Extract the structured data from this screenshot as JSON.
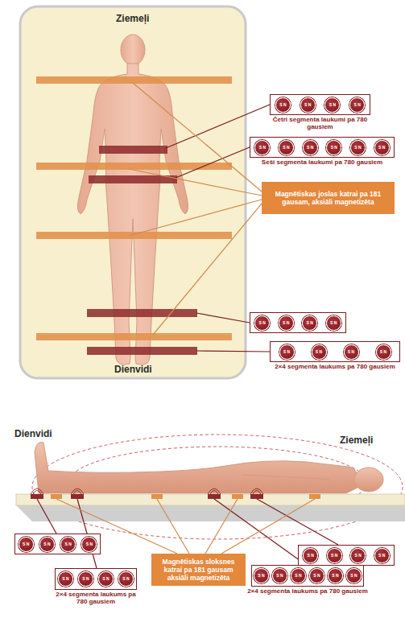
{
  "diagram": {
    "nodes": [
      {
        "text": [
          "Četri segmenta laukumi pa 780 gausiem"
        ]
      },
      {
        "text": [
          "Seši segmenta laukumi pa 780 gausiem"
        ]
      },
      {
        "text": [
          "Magnētiskas joslas katrai pa 181 gausam, aksiāli magnetizēta"
        ]
      },
      {
        "text": [
          "2×4 segmenta laukums pa 780 gausiem"
        ]
      },
      {
        "text": [
          "2×4 segmenta laukums pa 780 gausiem"
        ]
      },
      {
        "text": [
          "Magnētiskas sloksnes katrai pa 181 gausam aksiāli magnetizēta"
        ]
      },
      {
        "text": [
          "2×4 segmenta laukums pa 780 gausiem"
        ]
      }
    ],
    "labels": [
      "Ziemeļi",
      "Dienvidi",
      "S N",
      "S N",
      "S N",
      "S N",
      "S N",
      "S N",
      "S N",
      "S N",
      "S N",
      "S N",
      "S N",
      "S N",
      "S N",
      "S N",
      "S N",
      "S N",
      "S N",
      "S N",
      "Dienvidi",
      "Ziemeļi",
      "S N",
      "S N",
      "S N",
      "S N",
      "S N",
      "S N",
      "S N",
      "S N",
      "S N",
      "S N",
      "S N",
      "S N",
      "S N",
      "S N",
      "S N",
      "S N",
      "S N",
      "S N"
    ]
  }
}
